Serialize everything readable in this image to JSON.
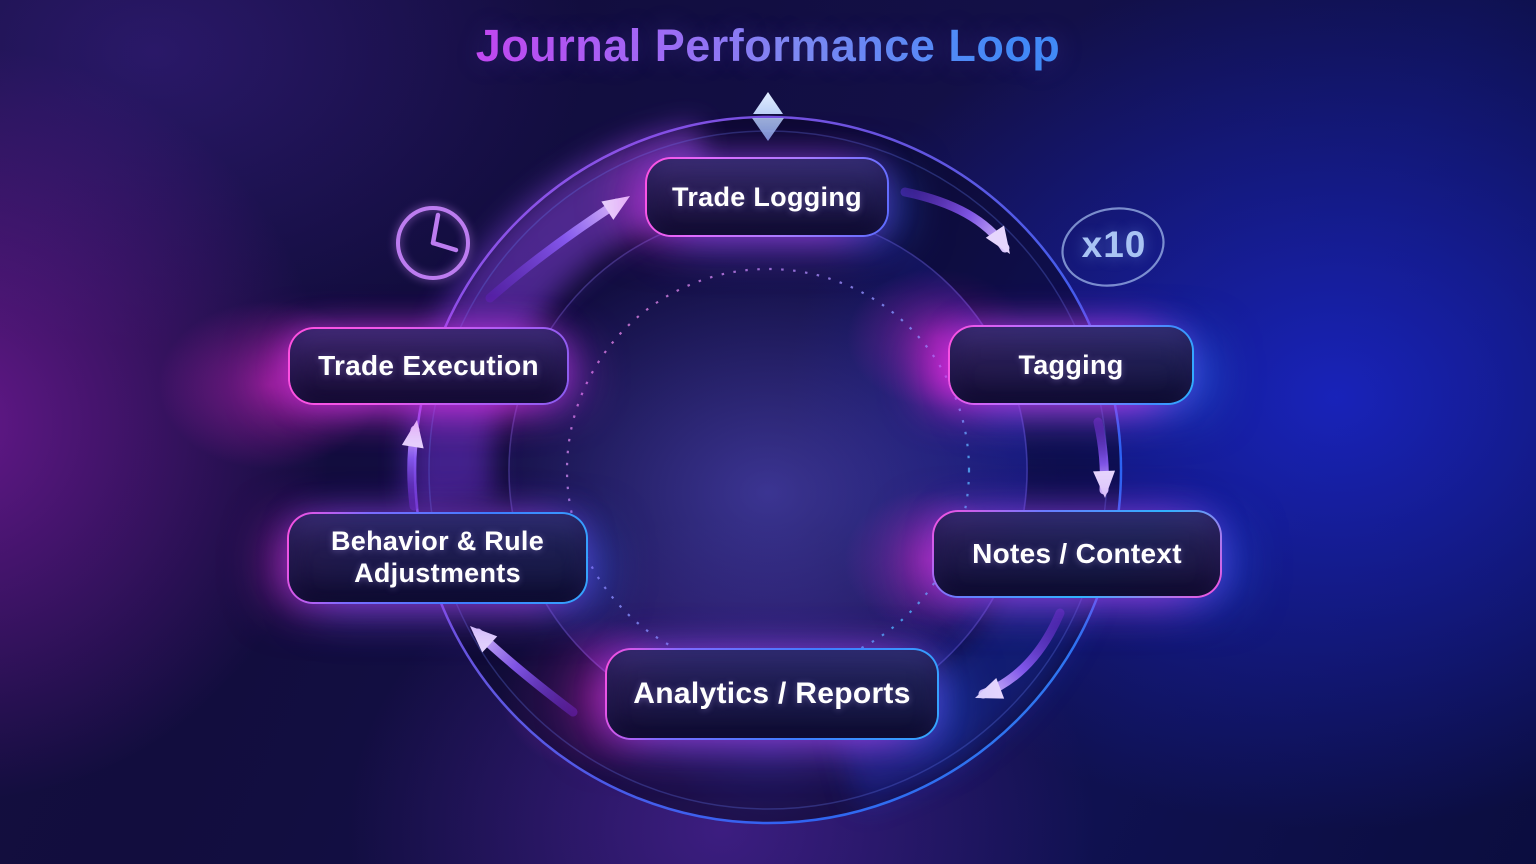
{
  "title": "Journal Performance Loop",
  "loop": {
    "direction": "clockwise",
    "nodes": [
      {
        "label": "Trade Logging"
      },
      {
        "label": "Tagging"
      },
      {
        "label": "Notes / Context"
      },
      {
        "label": "Analytics / Reports"
      },
      {
        "label": "Behavior & Rule Adjustments"
      },
      {
        "label": "Trade Execution"
      }
    ]
  },
  "annotations": {
    "multiplier_badge": "x10",
    "clock_icon": "clock-icon",
    "cycle_marker_icon": "up-down-triangles-icon"
  },
  "colors": {
    "background_base": "#110d3e",
    "accent_magenta": "#ff4fe0",
    "accent_blue": "#3f8ef7",
    "accent_purple": "#8b5cf6",
    "title_gradient_start": "#c44af0",
    "title_gradient_end": "#3f8ef7",
    "node_fill": "#1d1850",
    "text": "#ffffff"
  }
}
